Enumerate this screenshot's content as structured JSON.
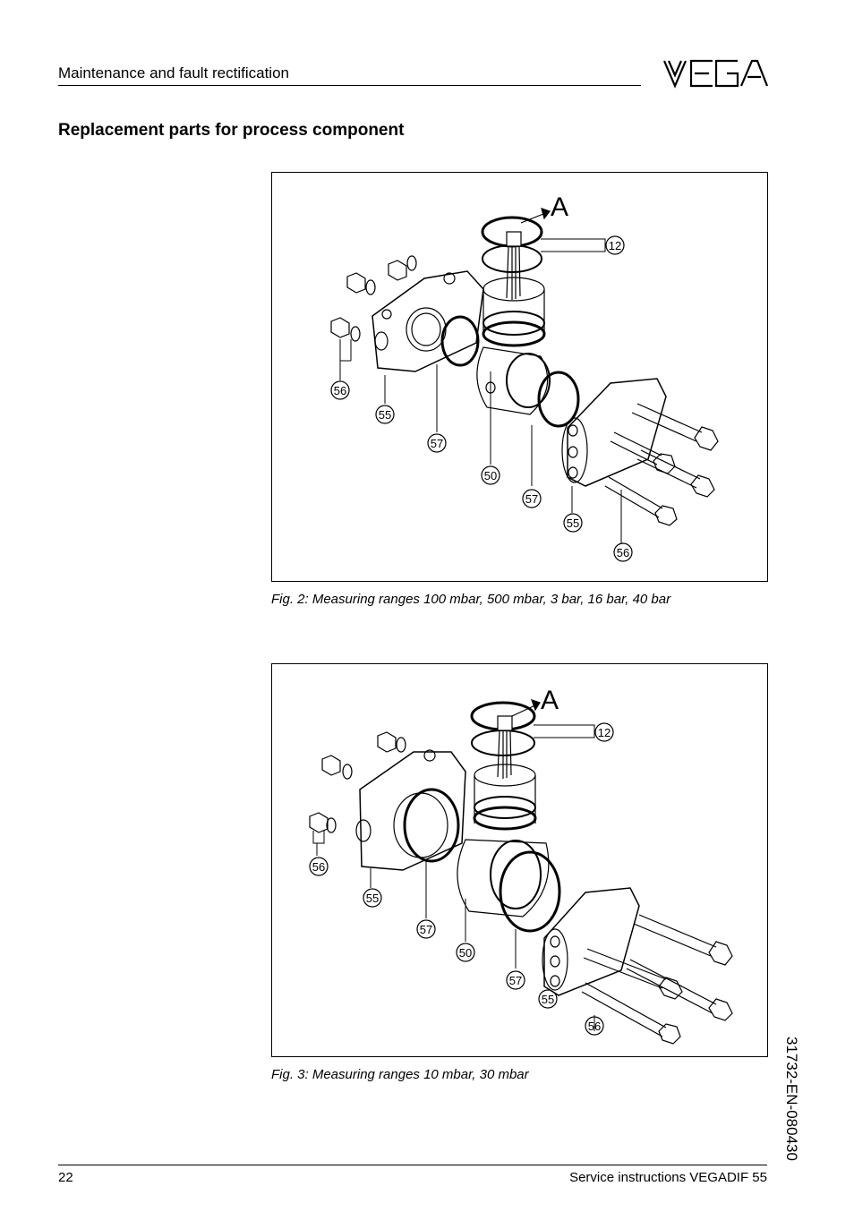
{
  "header": {
    "section": "Maintenance and fault rectification",
    "logo_text": "VEGA"
  },
  "page_title": "Replacement parts for process component",
  "figures": [
    {
      "caption": "Fig. 2: Measuring ranges 100 mbar, 500 mbar, 3 bar, 16 bar, 40 bar",
      "view_letter": "A",
      "callouts": [
        "12",
        "56",
        "55",
        "57",
        "50",
        "57",
        "55",
        "56"
      ]
    },
    {
      "caption": "Fig. 3: Measuring ranges 10 mbar, 30 mbar",
      "view_letter": "A",
      "callouts": [
        "12",
        "56",
        "55",
        "57",
        "50",
        "57",
        "55",
        "56"
      ]
    }
  ],
  "side_code": "31732-EN-080430",
  "footer": {
    "page_number": "22",
    "document": "Service instructions VEGADIF 55"
  }
}
